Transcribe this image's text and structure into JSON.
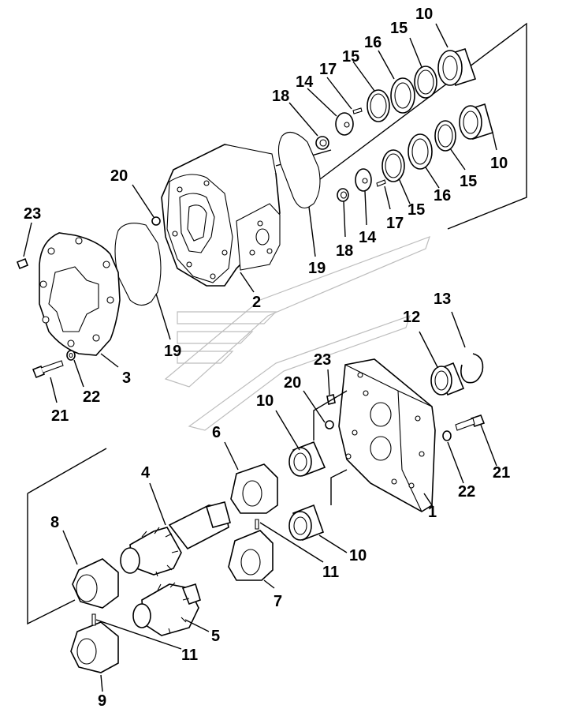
{
  "callouts": [
    "10",
    "15",
    "16",
    "15",
    "17",
    "14",
    "18",
    "10",
    "15",
    "16",
    "15",
    "17",
    "14",
    "18",
    "19",
    "20",
    "2",
    "23",
    "19",
    "3",
    "22",
    "21",
    "13",
    "12",
    "23",
    "20",
    "10",
    "6",
    "21",
    "22",
    "1",
    "4",
    "8",
    "11",
    "10",
    "7",
    "5",
    "11",
    "9"
  ]
}
